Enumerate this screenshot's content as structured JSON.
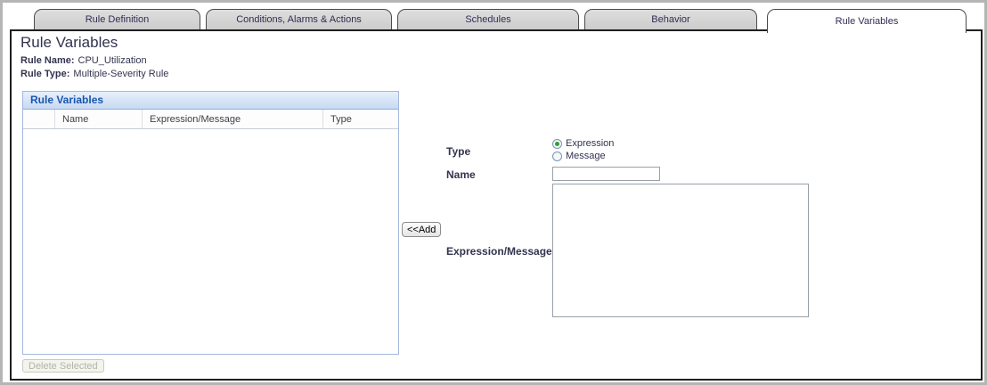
{
  "tabs": [
    {
      "label": "Rule Definition",
      "active": false
    },
    {
      "label": "Conditions, Alarms & Actions",
      "active": false
    },
    {
      "label": "Schedules",
      "active": false
    },
    {
      "label": "Behavior",
      "active": false
    },
    {
      "label": "Rule Variables",
      "active": true
    }
  ],
  "page": {
    "title": "Rule Variables",
    "rule_name_label": "Rule Name:",
    "rule_name_value": "CPU_Utilization",
    "rule_type_label": "Rule Type:",
    "rule_type_value": "Multiple-Severity Rule"
  },
  "grid": {
    "title": "Rule Variables",
    "columns": [
      "",
      "Name",
      "Expression/Message",
      "Type"
    ],
    "rows": [],
    "delete_button_label": "Delete Selected",
    "delete_button_enabled": false
  },
  "form": {
    "type_label": "Type",
    "type_options": [
      {
        "label": "Expression",
        "selected": true
      },
      {
        "label": "Message",
        "selected": false
      }
    ],
    "name_label": "Name",
    "name_value": "",
    "name_placeholder": "",
    "add_button_label": "<<Add",
    "expression_label": "Expression/Message",
    "expression_value": ""
  },
  "colors": {
    "panel_header_text": "#1856ae",
    "panel_header_bg_top": "#e7f0fc",
    "panel_header_bg_bottom": "#c8d9f2",
    "panel_border": "#a3b8dc",
    "tab_fill": "#d4d4d4",
    "tab_text": "#2e2e52",
    "content_border": "#1f1f1f",
    "radio_selected_dot": "#2fa12f",
    "outer_frame": "#b5b5b5"
  }
}
